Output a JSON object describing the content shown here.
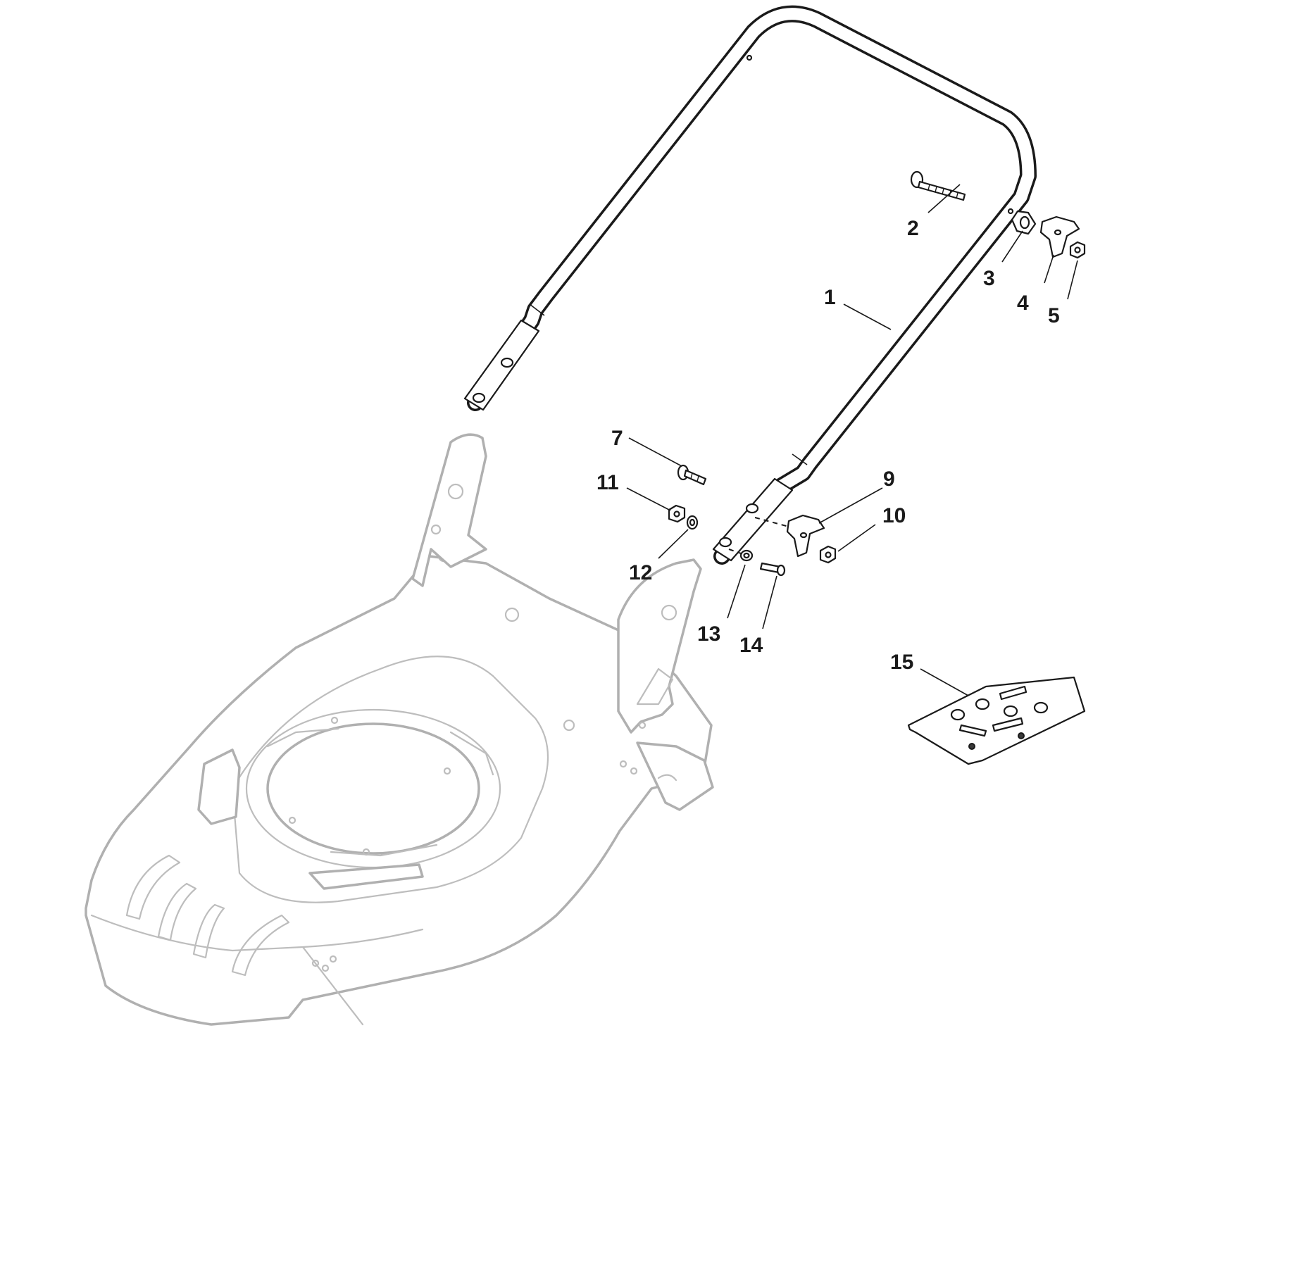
{
  "callouts": [
    "1",
    "2",
    "3",
    "4",
    "5",
    "7",
    "9",
    "10",
    "11",
    "12",
    "13",
    "14",
    "15"
  ],
  "colors": {
    "ink": "#1a1a1a",
    "ghost_outline": "#b0b0b0",
    "background": "#ffffff"
  }
}
